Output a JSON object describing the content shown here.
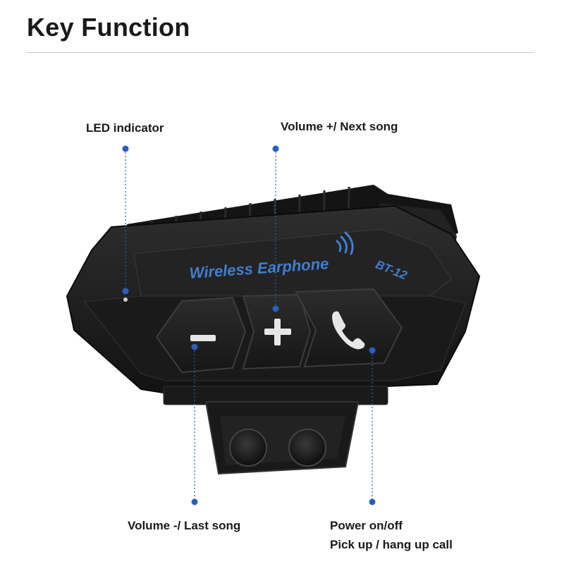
{
  "title": "Key Function",
  "device": {
    "brand_text": "Wireless Earphone",
    "model_text": "BT-12"
  },
  "labels": {
    "led": "LED indicator",
    "volume_up": "Volume +/ Next song",
    "volume_down": "Volume -/ Last song",
    "power_line1": "Power on/off",
    "power_line2": "Pick up / hang up call"
  },
  "colors": {
    "accent_blue": "#3f7fcf",
    "leader_blue": "#2a5fbf",
    "device_body": "#1c1c1c",
    "label_text": "#1a1a1a"
  }
}
